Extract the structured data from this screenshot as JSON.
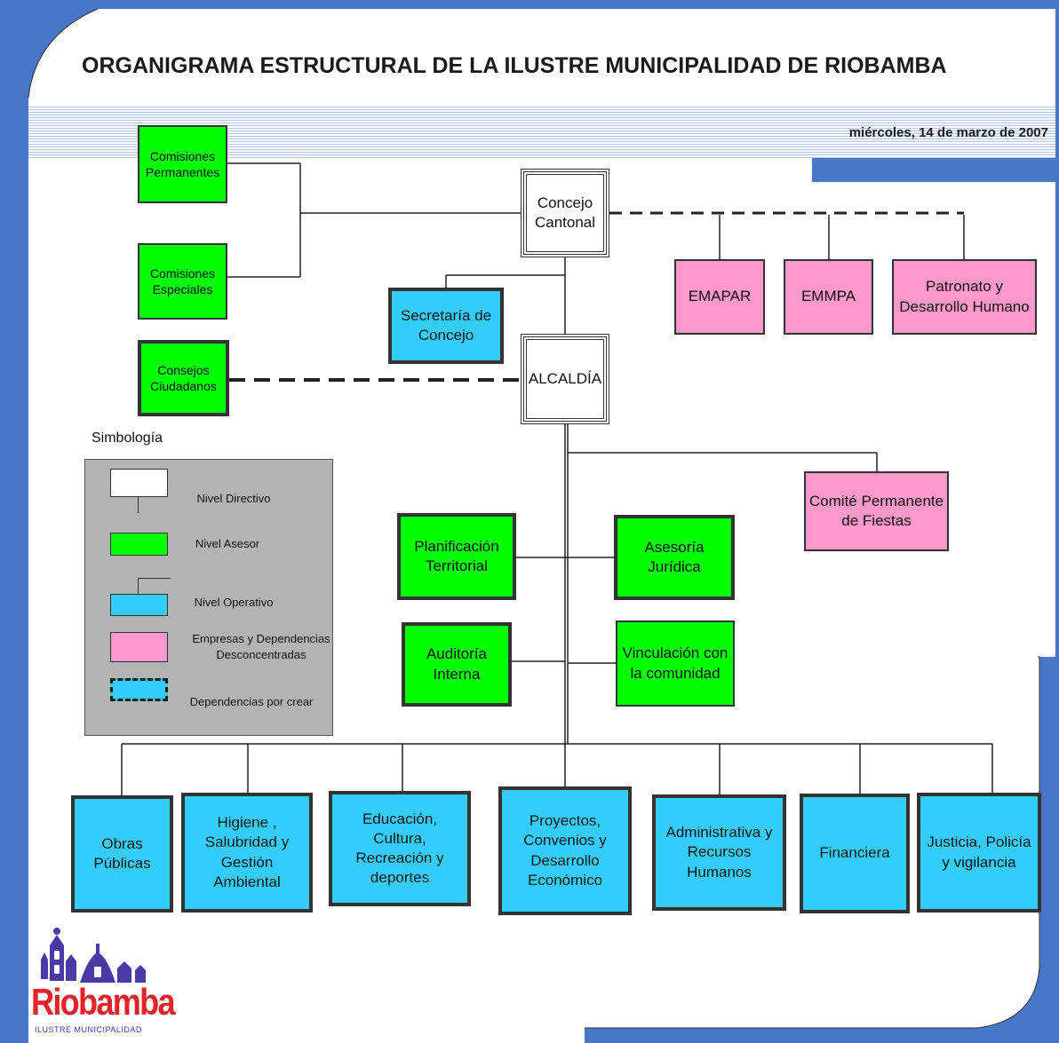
{
  "title": "ORGANIGRAMA ESTRUCTURAL DE LA ILUSTRE MUNICIPALIDAD DE RIOBAMBA",
  "date": "miércoles, 14 de marzo de 2007",
  "nodes": {
    "comisiones_permanentes": "Comisiones Permanentes",
    "comisiones_especiales": "Comisiones Especiales",
    "consejos_ciudadanos": "Consejos Ciudadanos",
    "concejo_cantonal": "Concejo Cantonal",
    "secretaria": "Secretaría de Concejo",
    "alcaldia": "ALCALDÍA",
    "emapar": "EMAPAR",
    "emmpa": "EMMPA",
    "patronato": "Patronato y Desarrollo Humano",
    "comite": "Comité Permanente de Fiestas",
    "planificacion": "Planificación Territorial",
    "asesoria": "Asesoría Jurídica",
    "auditoria": "Auditoría Interna",
    "vinculacion": "Vinculación con la comunidad",
    "obras": "Obras Públicas",
    "higiene": "Higiene , Salubridad y Gestión Ambiental",
    "educacion": "Educación, Cultura, Recreación y deportes",
    "proyectos": "Proyectos, Convenios y Desarrollo Económico",
    "administrativa": "Administrativa y Recursos Humanos",
    "financiera": "Financiera",
    "justicia": "Justicia, Policía y vigilancia"
  },
  "legend": {
    "title": "Simbología",
    "items": {
      "directivo": "Nivel Directivo",
      "asesor": "Nivel Asesor",
      "operativo": "Nivel Operativo",
      "empresas": "Empresas y Dependencias Desconcentradas",
      "por_crear": "Dependencias por crear"
    }
  },
  "logo": {
    "name": "Riobamba",
    "subtitle": "ILUSTRE MUNICIPALIDAD"
  },
  "colors": {
    "frame_blue": "#4a76c8",
    "green": "#00ff00",
    "blue": "#33ccff",
    "pink": "#ff99cc",
    "legend_gray": "#b3b3b3",
    "logo_red": "#e8202a",
    "logo_purple": "#4a3aa8"
  }
}
